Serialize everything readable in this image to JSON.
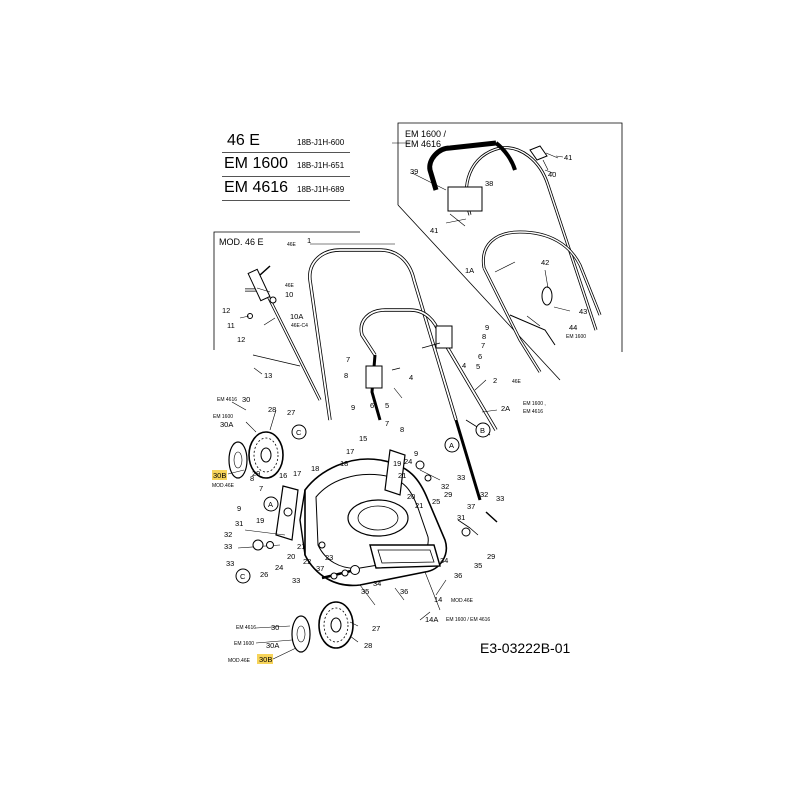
{
  "models": [
    {
      "name": "46 E",
      "code": "18B-J1H-600"
    },
    {
      "name": "EM 1600",
      "code": "18B-J1H-651"
    },
    {
      "name": "EM 4616",
      "code": "18B-J1H-689"
    }
  ],
  "boxes": {
    "em_handle": {
      "title_line1": "EM 1600 /",
      "title_line2": "EM 4616"
    },
    "mod46e": {
      "title": "MOD. 46 E"
    }
  },
  "document_ref": "E3-03222B-01",
  "highlight_color": "#f7d45a",
  "callouts": {
    "c1": "1",
    "c46e_top": "46E",
    "c41a": "41",
    "c40": "40",
    "c39": "39",
    "c38": "38",
    "c41b": "41",
    "c1a": "1A",
    "c42": "42",
    "c43": "43",
    "c44": "44",
    "em1600_44": "EM 1600",
    "c46e_box": "46E",
    "c10": "10",
    "c12a": "12",
    "c11": "11",
    "c12b": "12",
    "c10a": "10A",
    "c46e_c4": "46E-C4",
    "c13": "13",
    "c9a": "9",
    "c8a": "8",
    "c7a": "7",
    "c6a": "6",
    "c5a": "5",
    "c4a": "4",
    "c7b": "7",
    "c8b": "8",
    "c9b": "9",
    "c6b": "6",
    "c5b": "5",
    "c4b": "4",
    "c2": "2",
    "c46e_2": "46E",
    "c2a": "2A",
    "em1600_2a": "EM 1600 ,",
    "em4616_2a": "EM 4616",
    "cA1": "A",
    "cB1": "B",
    "em4616_a": "EM 4616",
    "c30a": "30",
    "em1600_a": "EM 1600",
    "c30aa": "30A",
    "c28a": "28",
    "c27a": "27",
    "cC1": "C",
    "c29a": "29",
    "c30b_a": "30B",
    "mod46e_a": "MOD.46E",
    "c7c": "7",
    "c15": "15",
    "c8c": "8",
    "c17a": "17",
    "c18a": "18",
    "c9c": "9",
    "c19a": "19",
    "c24a": "24",
    "c21a": "21",
    "c33a": "33",
    "c32a": "32",
    "c20a": "20",
    "c25": "25",
    "c29b": "29",
    "c21b": "21",
    "c16": "16",
    "c17b": "17",
    "c18b": "18",
    "c8d": "8",
    "c7d": "7",
    "c9d": "9",
    "cA2": "A",
    "c31a": "31",
    "c19b": "19",
    "c32b": "32",
    "c33b": "33",
    "c21c": "21",
    "c20b": "20",
    "c24b": "24",
    "c26": "26",
    "cC2": "C",
    "c22": "22",
    "c23": "23",
    "c37a": "37",
    "c33c": "33",
    "c35a": "35",
    "c34a": "34",
    "c36a": "36",
    "c32c": "32",
    "c33d": "33",
    "c37b": "37",
    "c31b": "31",
    "c29c": "29",
    "c34b": "34",
    "c35b": "35",
    "c36b": "36",
    "c14": "14",
    "mod46e_14": "MOD.46E",
    "c14a": "14A",
    "em_14a": "EM 1600 / EM 4616",
    "em4616_b": "EM 4616",
    "c30c": "30",
    "em1600_b": "EM 1600",
    "c30ab": "30A",
    "mod46e_b": "MOD.46E",
    "c30b_b": "30B",
    "c27b": "27",
    "c28b": "28"
  }
}
